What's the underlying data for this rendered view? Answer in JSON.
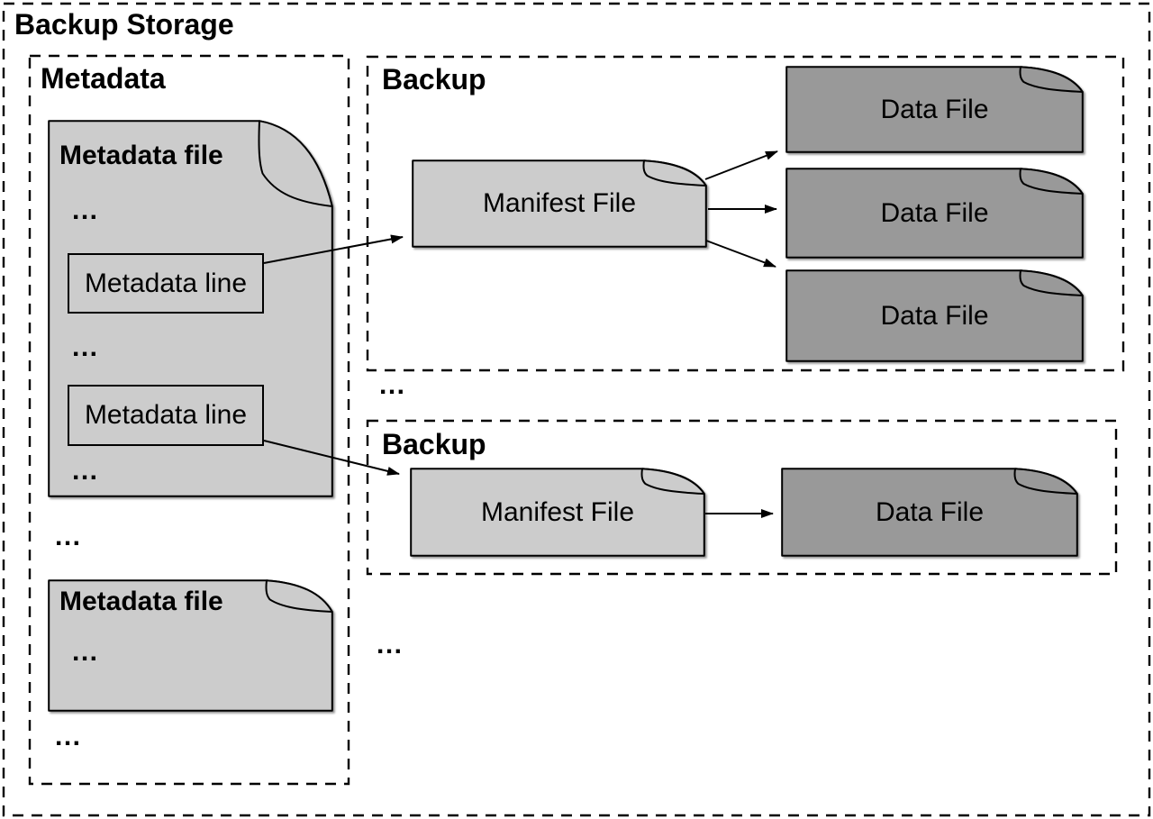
{
  "diagram": {
    "title": "Backup Storage",
    "ellipsis": "...",
    "metadata": {
      "label": "Metadata",
      "file_1": {
        "title": "Metadata file",
        "line_1": "Metadata line",
        "line_2": "Metadata line"
      },
      "file_2": {
        "title": "Metadata file"
      }
    },
    "backup_1": {
      "label": "Backup",
      "manifest": "Manifest File",
      "data_file_1": "Data File",
      "data_file_2": "Data File",
      "data_file_3": "Data File"
    },
    "backup_2": {
      "label": "Backup",
      "manifest": "Manifest File",
      "data_file_1": "Data File"
    },
    "colors": {
      "file_light": "#cccccc",
      "file_dark": "#999999",
      "line_color": "#000000",
      "background": "#ffffff"
    }
  }
}
